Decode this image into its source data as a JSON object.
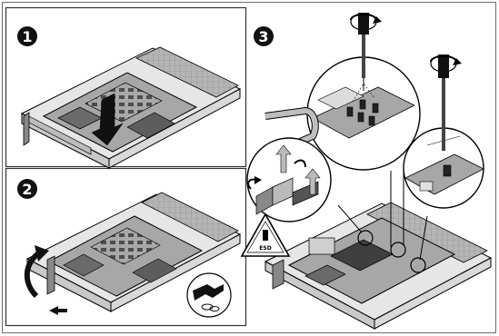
{
  "steps": [
    {
      "number": "1"
    },
    {
      "number": "2"
    },
    {
      "number": "3"
    }
  ],
  "warning_label": "ESD",
  "colors": {
    "line": "#000000",
    "panel_border": "#555555",
    "chassis_light": "#e3e3e3",
    "chassis_mid": "#bdbdbd",
    "board": "#a9a9a9",
    "board_dark": "#5a5a5a",
    "badge": "#111111"
  },
  "icons": [
    "screwdriver-icon",
    "rotation-arrow-icon",
    "press-down-arrow-icon",
    "tilt-arrow-icon",
    "esd-warning-icon",
    "wrist-strap-icon"
  ]
}
